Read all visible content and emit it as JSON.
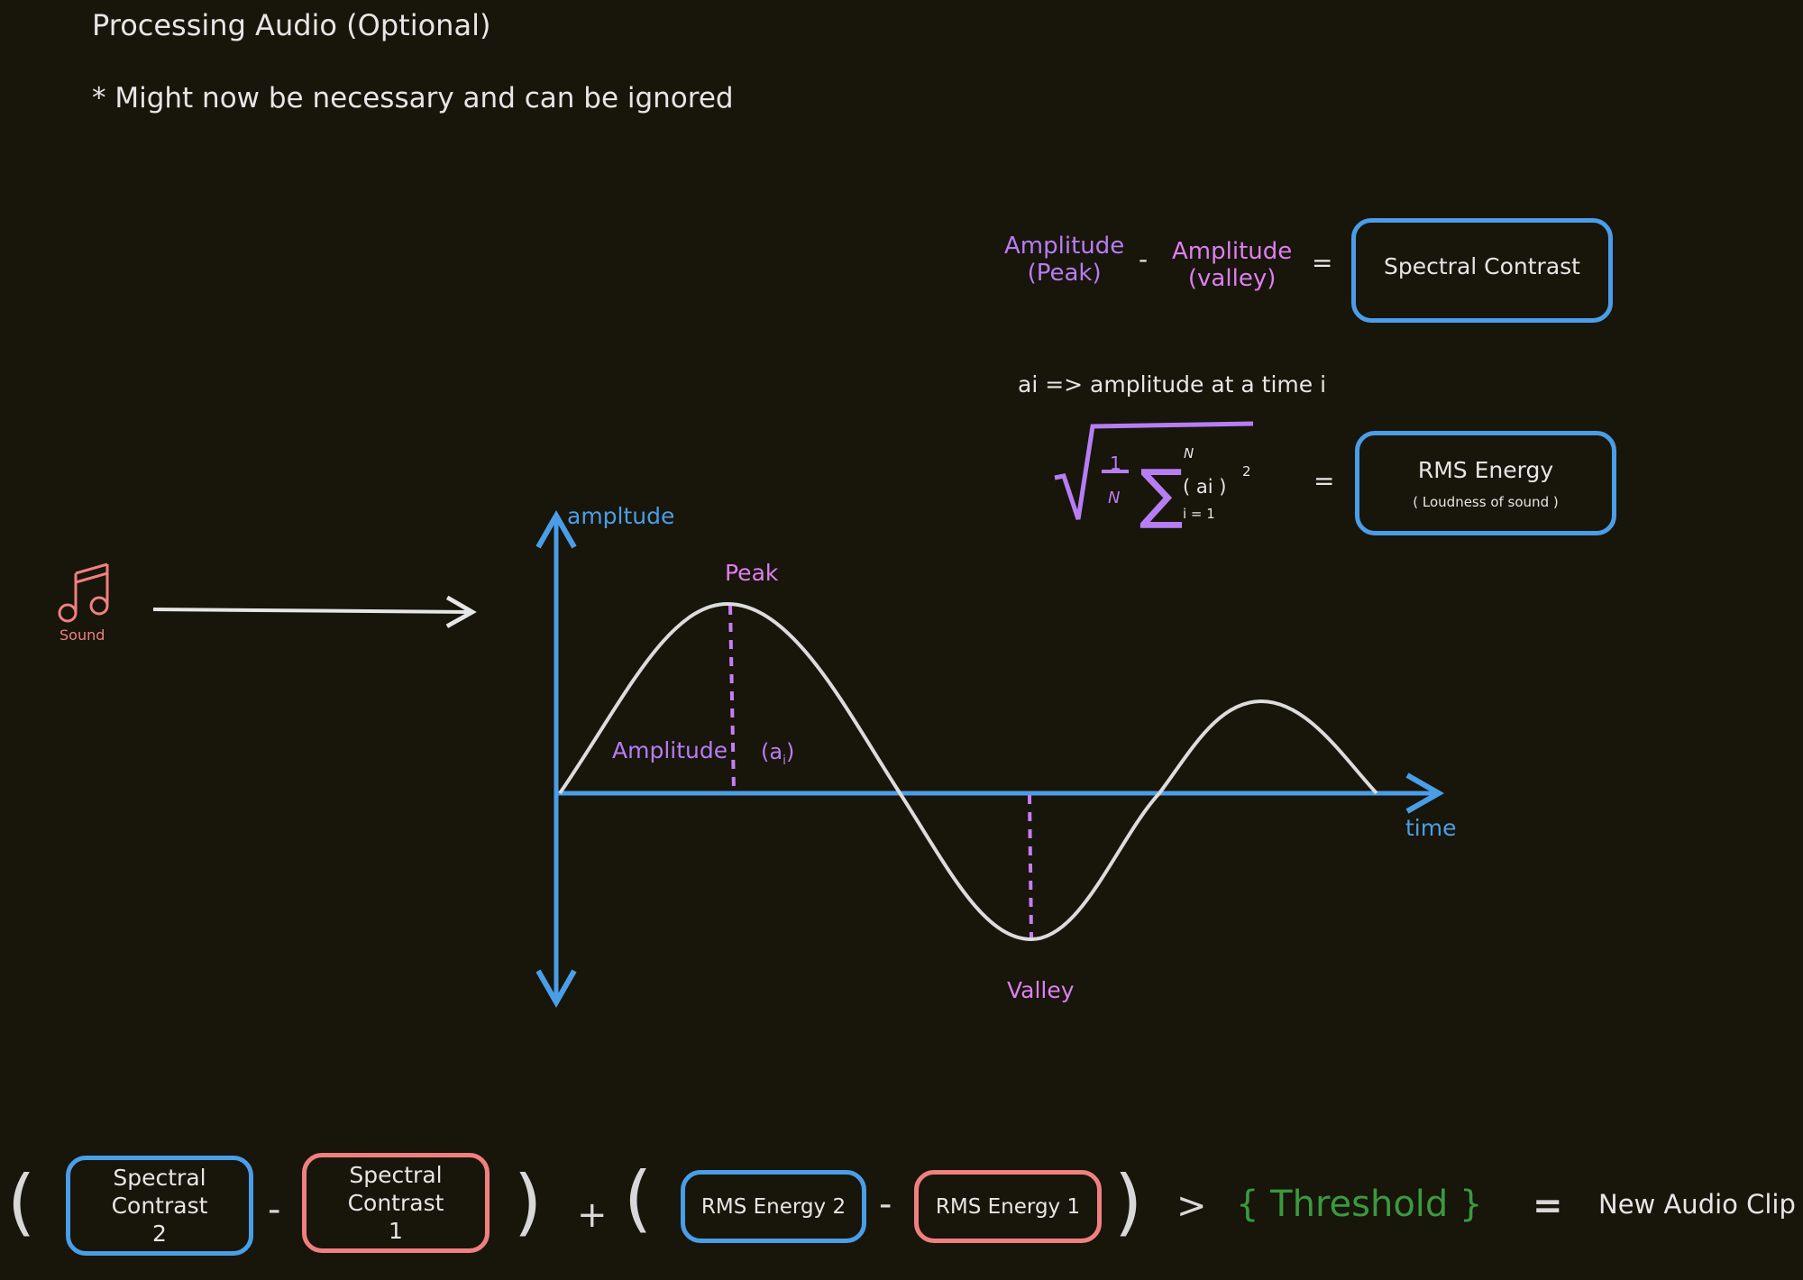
{
  "header": {
    "title": "Processing Audio (Optional)",
    "note": "* Might now be necessary and can be ignored"
  },
  "spectral_formula": {
    "term1_line1": "Amplitude",
    "term1_line2": "(Peak)",
    "minus": "-",
    "term2_line1": "Amplitude",
    "term2_line2": "(valley)",
    "equals": "=",
    "result": "Spectral Contrast"
  },
  "rms_formula": {
    "definition": "ai => amplitude at a time i",
    "numerator": "1",
    "denominator": "N",
    "sum_upper": "N",
    "sum_lower": "i = 1",
    "term": "( ai )",
    "exponent": "2",
    "equals": "=",
    "result_title": "RMS Energy",
    "result_subtitle": "( Loudness of sound )"
  },
  "sound": {
    "icon": "music-note-icon",
    "label": "Sound"
  },
  "waveform": {
    "y_axis_label": "ampltude",
    "x_axis_label": "time",
    "peak_label": "Peak",
    "valley_label": "Valley",
    "amplitude_label": "Amplitude",
    "ai_label": "(a",
    "ai_subscript": "i",
    "ai_close": ")"
  },
  "bottom_formula": {
    "open1": "(",
    "box1_line1": "Spectral",
    "box1_line2": "Contrast",
    "box1_line3": "2",
    "minus1": "-",
    "box2_line1": "Spectral",
    "box2_line2": "Contrast",
    "box2_line3": "1",
    "close1": ")",
    "plus": "+",
    "open2": "(",
    "box3": "RMS Energy 2",
    "minus2": "-",
    "box4": "RMS Energy 1",
    "close2": ")",
    "greater": ">",
    "threshold": "{ Threshold }",
    "equals": "=",
    "result": "New Audio Clip"
  },
  "colors": {
    "background": "#18150a",
    "blue": "#4a9ee8",
    "red": "#f08080",
    "purple": "#b77df5",
    "pink": "#de7ff0",
    "green": "#3a9a3e",
    "text": "#e6e6e6"
  }
}
